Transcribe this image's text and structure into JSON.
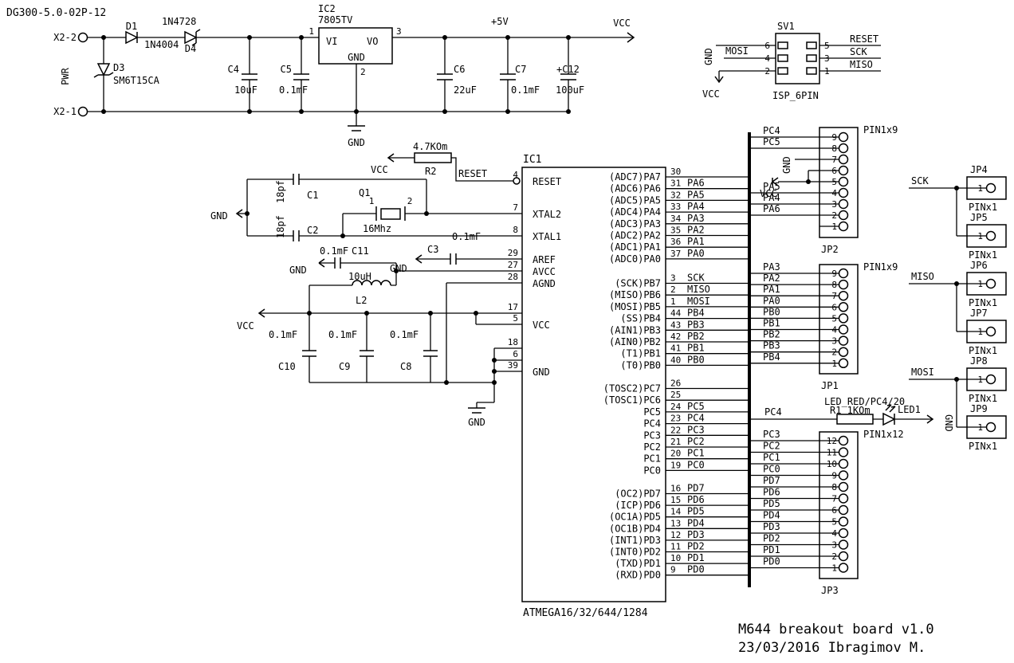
{
  "titles": {
    "sheet": "DG300-5.0-02P-12",
    "board": "M644 breakout board v1.0",
    "date_author": "23/03/2016 Ibragimov M."
  },
  "power": {
    "x2_top": "X2-2",
    "x2_bottom": "X2-1",
    "pwr": "PWR",
    "d1_name": "D1",
    "d1_value": "1N4004",
    "d4_name": "D4",
    "d4_value": "1N4728",
    "d3_name": "D3",
    "d3_value": "SM6T15CA",
    "c4_name": "C4",
    "c4_value": "10uF",
    "c5_name": "C5",
    "c5_value": "0.1mF",
    "ic2_name": "IC2",
    "ic2_value": "7805TV",
    "ic2_vi": "VI",
    "ic2_vo": "VO",
    "ic2_gnd": "GND",
    "ic2_pin1": "1",
    "ic2_pin2": "2",
    "ic2_pin3": "3",
    "c6_name": "C6",
    "c6_value": "22uF",
    "c7_name": "C7",
    "c7_value": "0.1mF",
    "c12_name": "+C12",
    "c12_value": "100uF",
    "plus5v": "+5V",
    "vcc": "VCC",
    "gnd": "GND"
  },
  "isp": {
    "name": "SV1",
    "type": "ISP_6PIN",
    "left_pin_numbers": [
      "6",
      "4",
      "2"
    ],
    "right_pin_numbers": [
      "5",
      "3",
      "1"
    ],
    "left_nets": [
      "GND",
      "MOSI",
      "VCC"
    ],
    "right_nets": [
      "RESET",
      "SCK",
      "MISO"
    ]
  },
  "reset_circuit": {
    "r_name": "R2",
    "r_value": "4.7KOm",
    "vcc": "VCC",
    "net": "RESET"
  },
  "xtal_circuit": {
    "q_name": "Q1",
    "q_value": "16Mhz",
    "pin1": "1",
    "pin2": "2",
    "c1_name": "C1",
    "c1_value": "18pf",
    "c2_name": "C2",
    "c2_value": "18pf",
    "gnd": "GND"
  },
  "analog_circuit": {
    "c3_name": "C3",
    "c3_value": "0.1mF",
    "c3_gnd": "GND",
    "c11_name": "C11",
    "c11_value": "0.1mF",
    "c11_gnd": "GND",
    "l2_name": "L2",
    "l2_value": "10uH"
  },
  "decoupling": {
    "vcc": "VCC",
    "gnd": "GND",
    "c10_name": "C10",
    "c10_value": "0.1mF",
    "c9_name": "C9",
    "c9_value": "0.1mF",
    "c8_name": "C8",
    "c8_value": "0.1mF"
  },
  "ic1": {
    "name": "IC1",
    "part": "ATMEGA16/32/644/1284",
    "left_labels": [
      "RESET",
      "XTAL2",
      "XTAL1",
      "AREF",
      "AVCC",
      "AGND",
      "VCC",
      "GND"
    ],
    "left_pin_numbers": [
      "4",
      "7",
      "8",
      "29",
      "27",
      "28",
      "17",
      "5",
      "18",
      "6",
      "39"
    ],
    "porta": [
      {
        "label": "(ADC7)PA7",
        "num": "30",
        "net": ""
      },
      {
        "label": "(ADC6)PA6",
        "num": "31",
        "net": "PA6"
      },
      {
        "label": "(ADC5)PA5",
        "num": "32",
        "net": "PA5"
      },
      {
        "label": "(ADC4)PA4",
        "num": "33",
        "net": "PA4"
      },
      {
        "label": "(ADC3)PA3",
        "num": "34",
        "net": "PA3"
      },
      {
        "label": "(ADC2)PA2",
        "num": "35",
        "net": "PA2"
      },
      {
        "label": "(ADC1)PA1",
        "num": "36",
        "net": "PA1"
      },
      {
        "label": "(ADC0)PA0",
        "num": "37",
        "net": "PA0"
      }
    ],
    "portb": [
      {
        "label": "(SCK)PB7",
        "num": "3",
        "net": "SCK"
      },
      {
        "label": "(MISO)PB6",
        "num": "2",
        "net": "MISO"
      },
      {
        "label": "(MOSI)PB5",
        "num": "1",
        "net": "MOSI"
      },
      {
        "label": "(SS)PB4",
        "num": "44",
        "net": "PB4"
      },
      {
        "label": "(AIN1)PB3",
        "num": "43",
        "net": "PB3"
      },
      {
        "label": "(AIN0)PB2",
        "num": "42",
        "net": "PB2"
      },
      {
        "label": "(T1)PB1",
        "num": "41",
        "net": "PB1"
      },
      {
        "label": "(T0)PB0",
        "num": "40",
        "net": "PB0"
      }
    ],
    "portc": [
      {
        "label": "(TOSC2)PC7",
        "num": "26",
        "net": ""
      },
      {
        "label": "(TOSC1)PC6",
        "num": "25",
        "net": ""
      },
      {
        "label": "PC5",
        "num": "24",
        "net": "PC5"
      },
      {
        "label": "PC4",
        "num": "23",
        "net": "PC4"
      },
      {
        "label": "PC3",
        "num": "22",
        "net": "PC3"
      },
      {
        "label": "PC2",
        "num": "21",
        "net": "PC2"
      },
      {
        "label": "PC1",
        "num": "20",
        "net": "PC1"
      },
      {
        "label": "PC0",
        "num": "19",
        "net": "PC0"
      }
    ],
    "portd": [
      {
        "label": "(OC2)PD7",
        "num": "16",
        "net": "PD7"
      },
      {
        "label": "(ICP)PD6",
        "num": "15",
        "net": "PD6"
      },
      {
        "label": "(OC1A)PD5",
        "num": "14",
        "net": "PD5"
      },
      {
        "label": "(OC1B)PD4",
        "num": "13",
        "net": "PD4"
      },
      {
        "label": "(INT1)PD3",
        "num": "12",
        "net": "PD3"
      },
      {
        "label": "(INT0)PD2",
        "num": "11",
        "net": "PD2"
      },
      {
        "label": "(TXD)PD1",
        "num": "10",
        "net": "PD1"
      },
      {
        "label": "(RXD)PD0",
        "num": "9",
        "net": "PD0"
      }
    ]
  },
  "jp2": {
    "name": "JP2",
    "type": "PIN1x9",
    "pin_numbers": [
      "9",
      "8",
      "7",
      "6",
      "5",
      "4",
      "3",
      "2",
      "1"
    ],
    "nets": [
      "PC4",
      "PC5",
      "GND",
      "",
      "VCC",
      "PA5",
      "PA4",
      "PA6",
      ""
    ]
  },
  "jp1": {
    "name": "JP1",
    "type": "PIN1x9",
    "pin_numbers": [
      "9",
      "8",
      "7",
      "6",
      "5",
      "4",
      "3",
      "2",
      "1"
    ],
    "nets": [
      "PA3",
      "PA2",
      "PA1",
      "PA0",
      "PB0",
      "PB1",
      "PB2",
      "PB3",
      "PB4"
    ]
  },
  "jp3": {
    "name": "JP3",
    "type": "PIN1x12",
    "pin_numbers": [
      "12",
      "11",
      "10",
      "9",
      "8",
      "7",
      "6",
      "5",
      "4",
      "3",
      "2",
      "1"
    ],
    "nets": [
      "PC3",
      "PC2",
      "PC1",
      "PC0",
      "PD7",
      "PD6",
      "PD5",
      "PD4",
      "PD3",
      "PD2",
      "PD1",
      "PD0"
    ]
  },
  "led_circuit": {
    "net": "PC4",
    "label": "LED_RED/PC4/20",
    "r_name": "R1 1KOm",
    "led_name": "LED1",
    "gnd": "GND"
  },
  "headers_right": {
    "items": [
      {
        "name": "JP4",
        "type": "PINx1",
        "pin": "1"
      },
      {
        "name": "JP5",
        "type": "PINx1",
        "pin": "1"
      },
      {
        "name": "JP6",
        "type": "PINx1",
        "pin": "1"
      },
      {
        "name": "JP7",
        "type": "PINx1",
        "pin": "1"
      },
      {
        "name": "JP8",
        "type": "PINx1",
        "pin": "1"
      },
      {
        "name": "JP9",
        "type": "PINx1",
        "pin": "1"
      }
    ],
    "nets": [
      "SCK",
      "MISO",
      "MOSI"
    ]
  }
}
